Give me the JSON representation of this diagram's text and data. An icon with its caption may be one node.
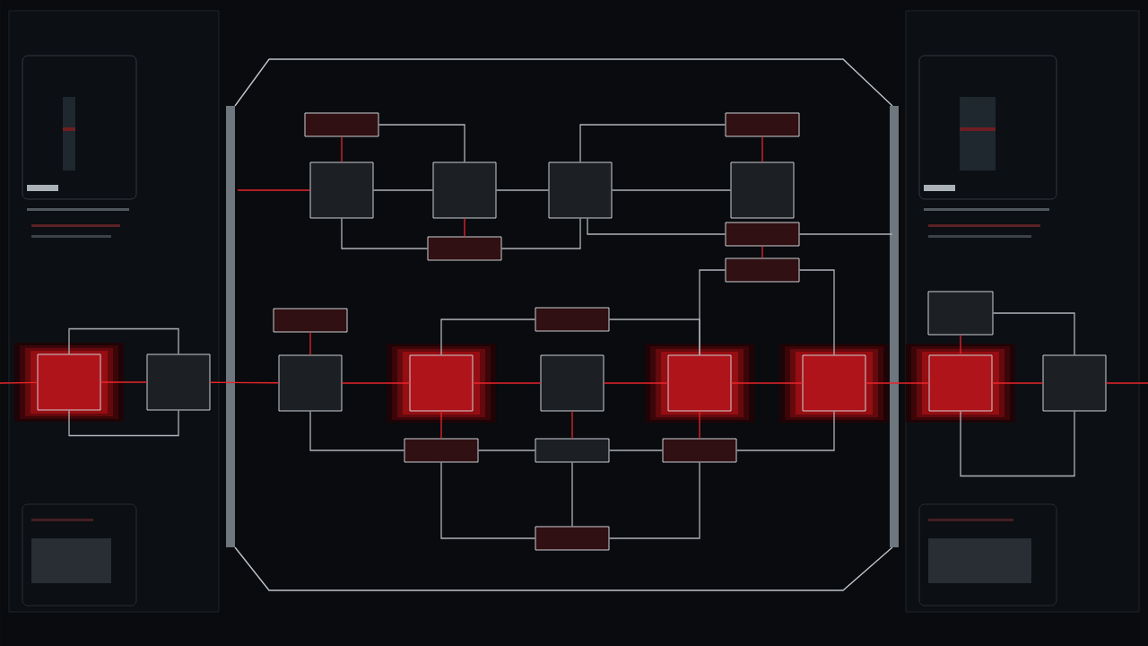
{
  "diagram": {
    "nodes": [
      {
        "text": [],
        "shape": "box"
      },
      {
        "text": [],
        "shape": "box"
      },
      {
        "text": [],
        "shape": "box"
      },
      {
        "text": [],
        "shape": "box"
      },
      {
        "text": [],
        "shape": "box"
      },
      {
        "text": [],
        "shape": "box"
      },
      {
        "text": [],
        "shape": "box"
      },
      {
        "text": [],
        "shape": "box"
      },
      {
        "text": [],
        "shape": "box"
      },
      {
        "text": [],
        "shape": "box"
      },
      {
        "text": [],
        "shape": "box"
      },
      {
        "text": [],
        "shape": "box"
      },
      {
        "text": [],
        "shape": "box"
      },
      {
        "text": [],
        "shape": "box"
      },
      {
        "text": [],
        "shape": "box"
      },
      {
        "text": [],
        "shape": "box"
      },
      {
        "text": [],
        "shape": "box"
      },
      {
        "text": [],
        "shape": "box"
      },
      {
        "text": [],
        "shape": "box"
      },
      {
        "text": [],
        "shape": "box"
      },
      {
        "text": [],
        "shape": "box"
      },
      {
        "text": [],
        "shape": "box"
      },
      {
        "text": [],
        "shape": "box"
      },
      {
        "text": [],
        "shape": "box"
      },
      {
        "text": [],
        "shape": "box"
      }
    ],
    "edges": [
      {
        "from": null,
        "to": 1,
        "arrow": "none",
        "color": "#e8262b"
      },
      {
        "from": 1,
        "to": 2,
        "arrow": "none"
      },
      {
        "from": 2,
        "to": 3,
        "arrow": "none"
      },
      {
        "from": 3,
        "to": 5,
        "arrow": "none"
      },
      {
        "from": 0,
        "to": 1,
        "arrow": "none",
        "color": "#e8262b"
      },
      {
        "from": 0,
        "to": 2,
        "arrow": "none"
      },
      {
        "from": 1,
        "to": 6,
        "arrow": "none"
      },
      {
        "from": 6,
        "to": 2,
        "arrow": "none",
        "color": "#e8262b"
      },
      {
        "from": 6,
        "to": 3,
        "arrow": "none"
      },
      {
        "from": 3,
        "to": 4,
        "arrow": "none"
      },
      {
        "from": 4,
        "to": 5,
        "arrow": "none",
        "color": "#e8262b"
      },
      {
        "from": 3,
        "to": 7,
        "arrow": "none"
      },
      {
        "from": 7,
        "to": null,
        "arrow": "none"
      },
      {
        "from": 7,
        "to": 8,
        "arrow": "none",
        "color": "#e8262b"
      },
      {
        "from": 8,
        "to": 14,
        "arrow": "none"
      },
      {
        "from": 8,
        "to": 15,
        "arrow": "none"
      },
      {
        "from": 9,
        "to": 11,
        "arrow": "none",
        "color": "#e8262b"
      },
      {
        "from": null,
        "to": 20,
        "arrow": "none",
        "color": "#e8262b"
      },
      {
        "from": 20,
        "to": 21,
        "arrow": "none",
        "color": "#e8262b"
      },
      {
        "from": 21,
        "to": 11,
        "arrow": "none",
        "color": "#e8262b"
      },
      {
        "from": 11,
        "to": 12,
        "arrow": "none",
        "color": "#e8262b"
      },
      {
        "from": 12,
        "to": 13,
        "arrow": "none",
        "color": "#e8262b"
      },
      {
        "from": 13,
        "to": 14,
        "arrow": "none",
        "color": "#e8262b"
      },
      {
        "from": 14,
        "to": 15,
        "arrow": "none",
        "color": "#e8262b"
      },
      {
        "from": 15,
        "to": 23,
        "arrow": "none",
        "color": "#e8262b"
      },
      {
        "from": 23,
        "to": 24,
        "arrow": "none",
        "color": "#e8262b"
      },
      {
        "from": 24,
        "to": null,
        "arrow": "none",
        "color": "#e8262b"
      },
      {
        "from": 20,
        "to": 21,
        "arrow": "none"
      },
      {
        "from": 20,
        "to": 21,
        "arrow": "none"
      },
      {
        "from": 12,
        "to": 10,
        "arrow": "none"
      },
      {
        "from": 10,
        "to": 14,
        "arrow": "none"
      },
      {
        "from": 11,
        "to": 16,
        "arrow": "none"
      },
      {
        "from": 12,
        "to": 16,
        "arrow": "none",
        "color": "#e8262b"
      },
      {
        "from": 16,
        "to": 17,
        "arrow": "none"
      },
      {
        "from": 17,
        "to": 13,
        "arrow": "none",
        "color": "#e8262b"
      },
      {
        "from": 17,
        "to": 18,
        "arrow": "none"
      },
      {
        "from": 18,
        "to": 14,
        "arrow": "none",
        "color": "#e8262b"
      },
      {
        "from": 18,
        "to": 15,
        "arrow": "none"
      },
      {
        "from": 16,
        "to": 19,
        "arrow": "none"
      },
      {
        "from": 17,
        "to": 19,
        "arrow": "none"
      },
      {
        "from": 19,
        "to": 18,
        "arrow": "none"
      },
      {
        "from": 22,
        "to": 23,
        "arrow": "none",
        "color": "#e8262b"
      },
      {
        "from": 22,
        "to": 24,
        "arrow": "none"
      },
      {
        "from": 23,
        "to": 24,
        "arrow": "none"
      }
    ]
  }
}
